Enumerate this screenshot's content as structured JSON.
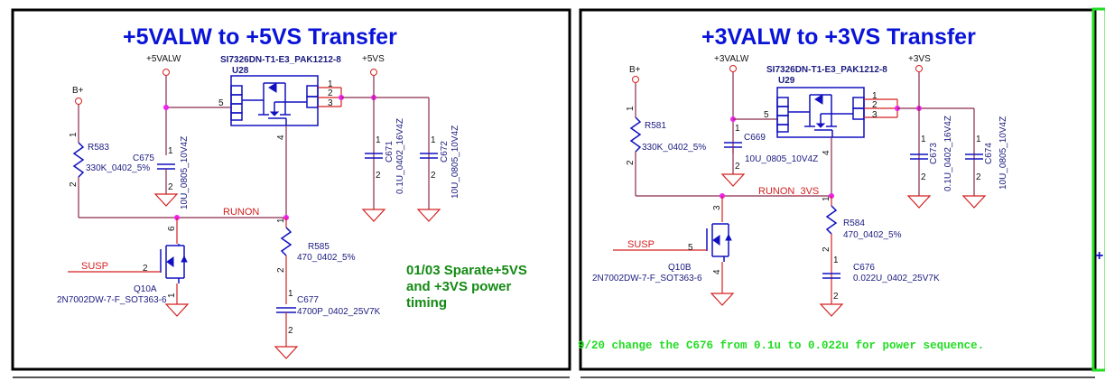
{
  "left_panel": {
    "title": "+5VALW to +5VS Transfer",
    "rails": {
      "in": "+5VALW",
      "out": "+5VS",
      "bplus": "B+"
    },
    "ic": {
      "part": "SI7326DN-T1-E3_PAK1212-8",
      "ref": "U28",
      "pins": [
        "5",
        "1",
        "2",
        "3",
        "4"
      ]
    },
    "r_pullup": {
      "ref": "R583",
      "value": "330K_0402_5%",
      "pin1": "1",
      "pin2": "2"
    },
    "c_in": {
      "ref": "C675",
      "value": "10U_0805_10V4Z",
      "pin1": "1",
      "pin2": "2"
    },
    "c_out1": {
      "ref": "C671",
      "value": "0.1U_0402_16V4Z",
      "pin1": "1",
      "pin2": "2"
    },
    "c_out2": {
      "ref": "C672",
      "value": "10U_0805_10V4Z",
      "pin1": "1",
      "pin2": "2"
    },
    "net_runon": "RUNON",
    "net_susp": "SUSP",
    "q": {
      "ref": "Q10A",
      "part": "2N7002DW-7-F_SOT363-6",
      "gate_pin": "2",
      "drain_pin": "6",
      "source_pin": "1"
    },
    "r_series": {
      "ref": "R585",
      "value": "470_0402_5%",
      "pin1": "1",
      "pin2": "2"
    },
    "c_delay": {
      "ref": "C677",
      "value": "4700P_0402_25V7K",
      "pin1": "1",
      "pin2": "2"
    },
    "note_lines": [
      "01/03 Sparate+5VS",
      "and +3VS power",
      "timing"
    ]
  },
  "right_panel": {
    "title": "+3VALW to +3VS Transfer",
    "rails": {
      "in": "+3VALW",
      "out": "+3VS",
      "bplus": "B+"
    },
    "ic": {
      "part": "SI7326DN-T1-E3_PAK1212-8",
      "ref": "U29",
      "pins": [
        "5",
        "1",
        "2",
        "3",
        "4"
      ]
    },
    "r_pullup": {
      "ref": "R581",
      "value": "330K_0402_5%",
      "pin1": "1",
      "pin2": "2"
    },
    "c_in": {
      "ref": "C669",
      "value": "10U_0805_10V4Z",
      "pin1": "1",
      "pin2": "2"
    },
    "c_out1": {
      "ref": "C673",
      "value": "0.1U_0402_16V4Z",
      "pin1": "1",
      "pin2": "2"
    },
    "c_out2": {
      "ref": "C674",
      "value": "10U_0805_10V4Z",
      "pin1": "1",
      "pin2": "2"
    },
    "net_runon": "RUNON_3VS",
    "net_susp": "SUSP",
    "q": {
      "ref": "Q10B",
      "part": "2N7002DW-7-F_SOT363-6",
      "gate_pin": "5",
      "drain_pin": "3",
      "source_pin": "4"
    },
    "r_series": {
      "ref": "R584",
      "value": "470_0402_5%",
      "pin1": "1",
      "pin2": "2"
    },
    "c_delay": {
      "ref": "C676",
      "value": "0.022U_0402_25V7K",
      "pin1": "1",
      "pin2": "2"
    },
    "note": "9/20 change the C676 from 0.1u to 0.022u for power sequence."
  },
  "colors": {
    "title": "#0a14d8",
    "wire": "#8a2a4a",
    "net": "#d42020",
    "component": "#1010c0",
    "junction": "#ee22ee",
    "note": "#138a13",
    "note2": "#22dd22",
    "selection": "#22dd22"
  }
}
